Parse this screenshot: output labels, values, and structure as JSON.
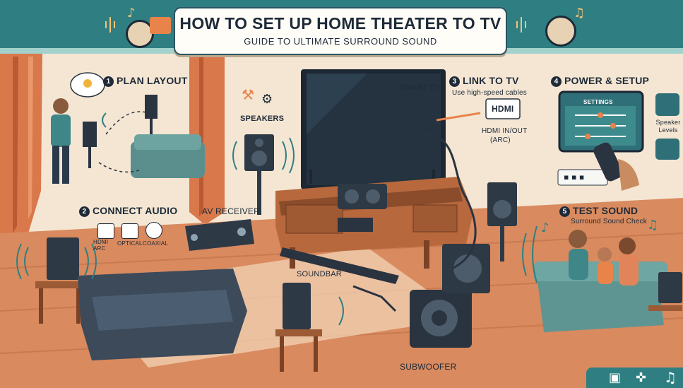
{
  "header": {
    "title": "HOW TO SET UP HOME THEATER TO TV",
    "subtitle": "GUIDE TO ULTIMATE SURROUND SOUND"
  },
  "steps": [
    {
      "number": "1",
      "label": "PLAN LAYOUT"
    },
    {
      "number": "2",
      "label": "CONNECT AUDIO"
    },
    {
      "number": "3",
      "label": "LINK TO TV",
      "note": "Use high-speed cables"
    },
    {
      "number": "4",
      "label": "POWER & SETUP"
    },
    {
      "number": "5",
      "label": "TEST SOUND",
      "note": "Surround Sound Check"
    }
  ],
  "labels": {
    "speakers": "SPEAKERS",
    "smart_tv": "SMART TV",
    "av_receiver": "AV RECEIVER",
    "soundbar": "SOUNDBAR",
    "subwoofer": "SUBWOOFER",
    "hdmi_port": "HDMI",
    "hdmi_in_out": "HDMI IN/OUT",
    "arc": "(ARC)",
    "settings": "SETTINGS",
    "speaker_levels": "Speaker Levels"
  },
  "audio_ports": [
    "HDMI ARC",
    "OPTICAL",
    "COAXIAL"
  ],
  "icons": [
    "film-reel-icon",
    "music-note-icon",
    "sound-wave-icon",
    "video-icon",
    "gamepad-icon",
    "wrench-icon",
    "gear-icon",
    "lightbulb-icon",
    "remote-icon",
    "power-strip-icon"
  ],
  "colors": {
    "teal": "#2f7f82",
    "navy": "#1e2a38",
    "orange": "#e8834a",
    "wall": "#f3e6d4",
    "floor": "#d98a5e"
  }
}
